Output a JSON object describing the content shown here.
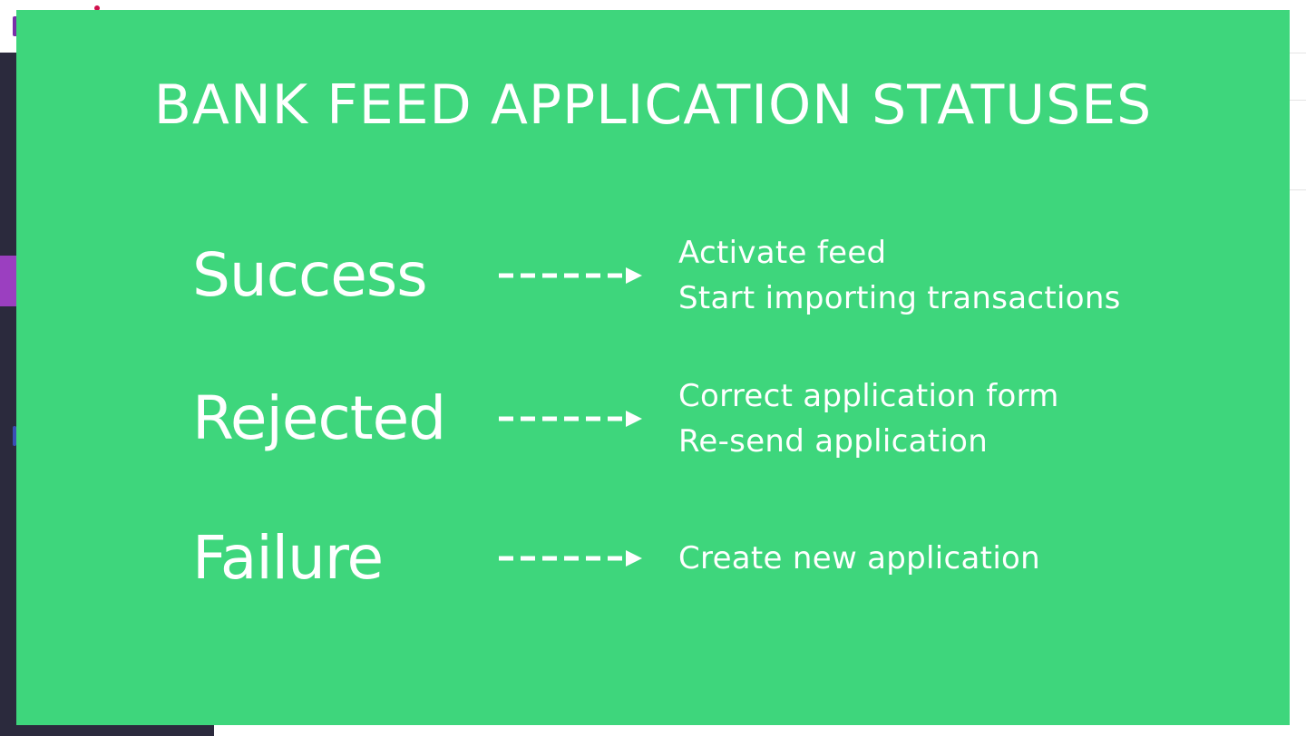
{
  "colors": {
    "slide_background": "#3ed67c",
    "text": "#ffffff",
    "sidebar_background": "#2b2a3d",
    "sidebar_accent": "#9b3fc0"
  },
  "slide": {
    "title": "BANK FEED APPLICATION STATUSES",
    "rows": [
      {
        "status": "Success",
        "actions": [
          "Activate feed",
          "Start importing transactions"
        ]
      },
      {
        "status": "Rejected",
        "actions": [
          "Correct application form",
          "Re-send application"
        ]
      },
      {
        "status": "Failure",
        "actions": [
          "Create new application"
        ]
      }
    ],
    "connector_icon": "dashed-arrow-right-icon"
  }
}
